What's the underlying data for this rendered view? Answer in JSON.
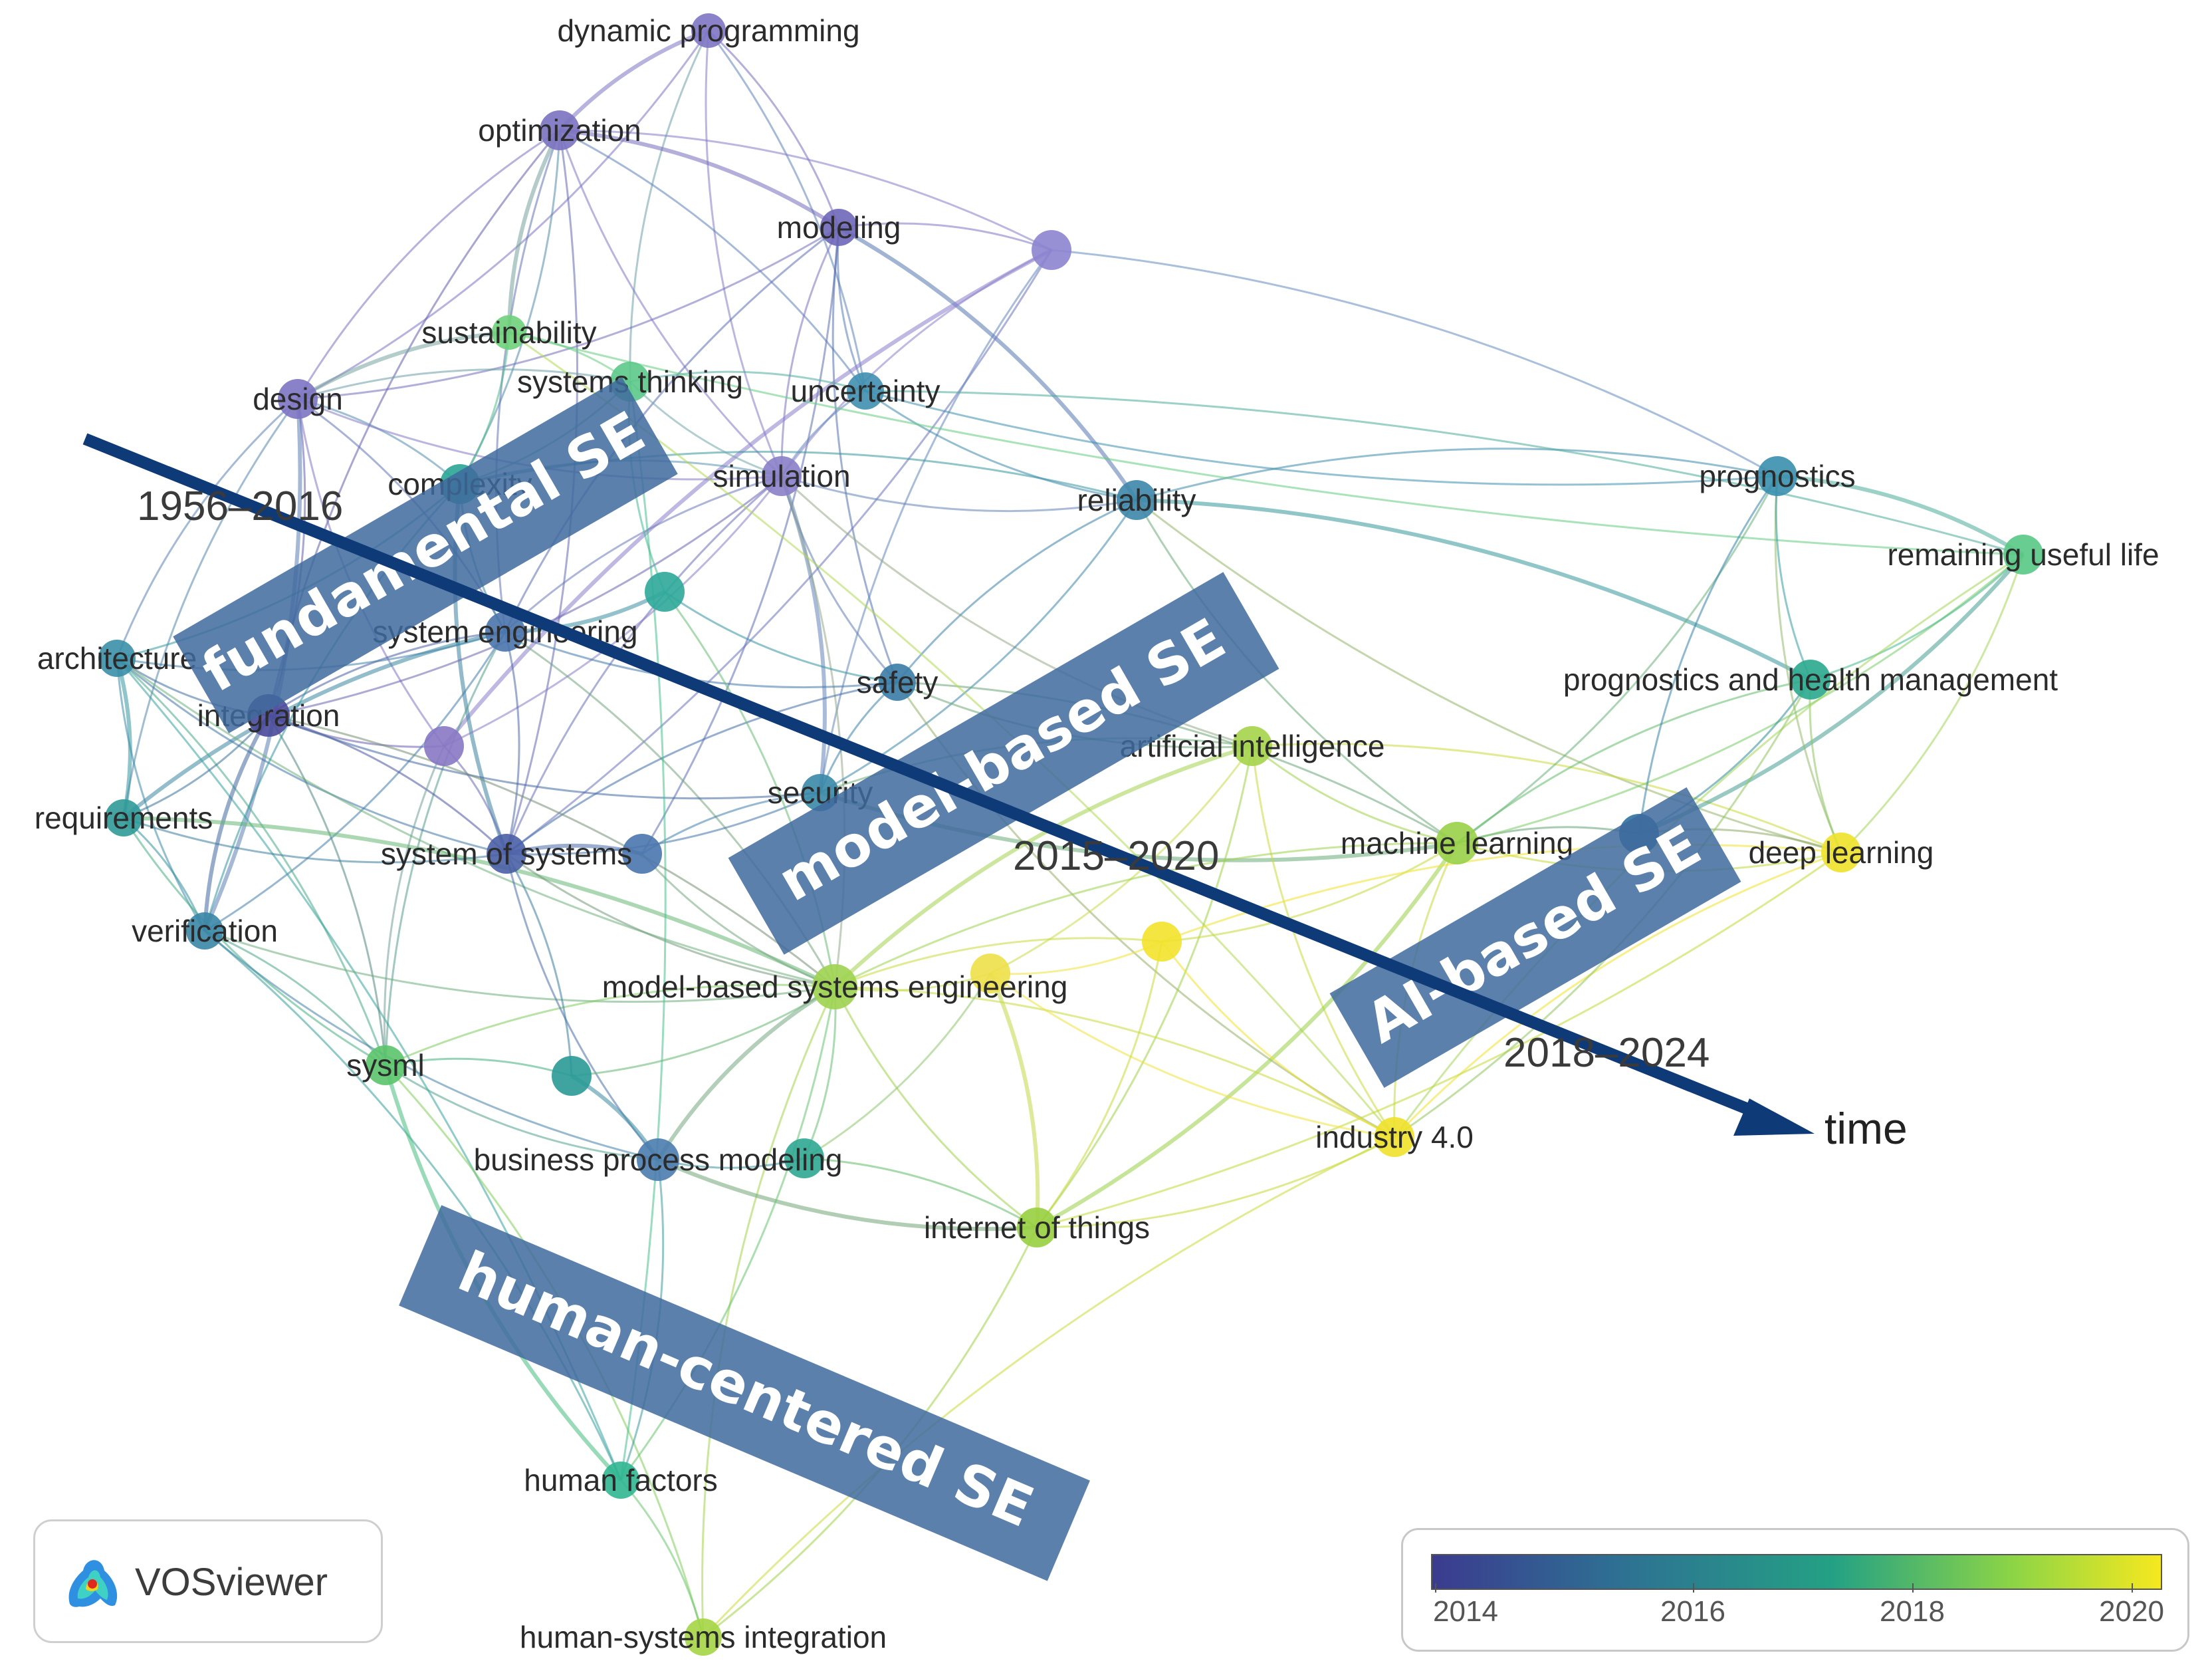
{
  "nodes": [
    {
      "id": "dynamic programming",
      "label": "dynamic programming",
      "color": "#7e76c4"
    },
    {
      "id": "optimization",
      "label": "optimization",
      "color": "#7a72c0"
    },
    {
      "id": "modeling",
      "label": "modeling",
      "color": "#6e66b8"
    },
    {
      "id": "unlabeled-purple-1",
      "label": "",
      "color": "#8c84cf"
    },
    {
      "id": "sustainability",
      "label": "sustainability",
      "color": "#6fd07a"
    },
    {
      "id": "systems thinking",
      "label": "systems thinking",
      "color": "#5cc98a"
    },
    {
      "id": "uncertainty",
      "label": "uncertainty",
      "color": "#3f8fb0"
    },
    {
      "id": "design",
      "label": "design",
      "color": "#7c74c2"
    },
    {
      "id": "complexity",
      "label": "complexity",
      "color": "#2aa596"
    },
    {
      "id": "simulation",
      "label": "simulation",
      "color": "#8a80c8"
    },
    {
      "id": "reliability",
      "label": "reliability",
      "color": "#3d86a8"
    },
    {
      "id": "unlabeled-teal-1",
      "label": "",
      "color": "#2ea99a"
    },
    {
      "id": "system engineering",
      "label": "system engineering",
      "color": "#4a74ac"
    },
    {
      "id": "architecture",
      "label": "architecture",
      "color": "#3a8fa8"
    },
    {
      "id": "integration",
      "label": "integration",
      "color": "#4a4a9a"
    },
    {
      "id": "unlabeled-purple-2",
      "label": "",
      "color": "#8878c4"
    },
    {
      "id": "safety",
      "label": "safety",
      "color": "#3a7ca6"
    },
    {
      "id": "requirements",
      "label": "requirements",
      "color": "#2f9a98"
    },
    {
      "id": "security",
      "label": "security",
      "color": "#3a88a8"
    },
    {
      "id": "system of systems",
      "label": "system of systems",
      "color": "#4a5fa6"
    },
    {
      "id": "system of systems 2",
      "label": "",
      "color": "#4a76ad"
    },
    {
      "id": "verification",
      "label": "verification",
      "color": "#3a86a6"
    },
    {
      "id": "artificial intelligence",
      "label": "artificial intelligence",
      "color": "#a5d44a"
    },
    {
      "id": "machine learning",
      "label": "machine learning",
      "color": "#98d048"
    },
    {
      "id": "unlabeled-blue-1",
      "label": "",
      "color": "#2f72a0"
    },
    {
      "id": "deep learning",
      "label": "deep learning",
      "color": "#eee22a"
    },
    {
      "id": "unlabeled-yellow-1",
      "label": "",
      "color": "#f3e22b"
    },
    {
      "id": "prognostics",
      "label": "prognostics",
      "color": "#3a8fae"
    },
    {
      "id": "remaining useful life",
      "label": "remaining useful life",
      "color": "#58c884"
    },
    {
      "id": "prognostics and health management",
      "label": "prognostics and health management",
      "color": "#2ba88e"
    },
    {
      "id": "model-based systems engineering",
      "label": "model-based systems engineering",
      "color": "#9fd350"
    },
    {
      "id": "mbse-yellow",
      "label": "",
      "color": "#eee04a"
    },
    {
      "id": "sysml",
      "label": "sysml",
      "color": "#5ac46a"
    },
    {
      "id": "unlabeled-teal-2",
      "label": "",
      "color": "#2a9a96"
    },
    {
      "id": "business process modeling",
      "label": "business process modeling",
      "color": "#4a7cae"
    },
    {
      "id": "bpm-teal",
      "label": "",
      "color": "#2da792"
    },
    {
      "id": "industry 4.0",
      "label": "industry 4.0",
      "color": "#f0e12a"
    },
    {
      "id": "internet of things",
      "label": "internet of things",
      "color": "#98cf40"
    },
    {
      "id": "human factors",
      "label": "human factors",
      "color": "#2fb690"
    },
    {
      "id": "human-systems integration",
      "label": "human-systems integration",
      "color": "#a4d545"
    }
  ],
  "bands": [
    {
      "id": "fundamental",
      "text": "fundamental SE"
    },
    {
      "id": "model-based",
      "text": "model-based SE"
    },
    {
      "id": "ai-based",
      "text": "AI-based SE"
    },
    {
      "id": "human-centered",
      "text": "human-centered SE"
    }
  ],
  "periods": [
    "1956–2016",
    "2015–2020",
    "2018–2024"
  ],
  "time_label": "time",
  "legend": {
    "title": "",
    "ticks": [
      "2014",
      "2016",
      "2018",
      "2020"
    ],
    "colors": [
      "#3b3b8f",
      "#2e6f93",
      "#24a184",
      "#8ed545",
      "#f6e81f"
    ]
  },
  "brand": {
    "name": "VOSviewer"
  }
}
